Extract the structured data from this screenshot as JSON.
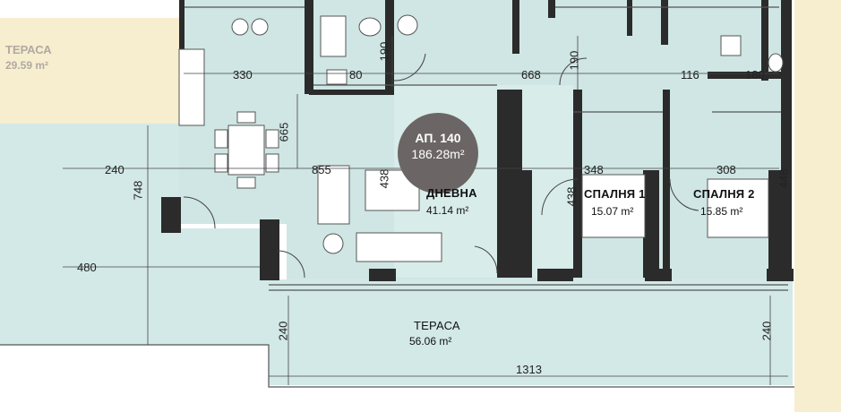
{
  "colors": {
    "floor": "#cfe6e4",
    "neighbor": "#f7edcf",
    "wall": "#2b2b2b",
    "badge": "#6b6665"
  },
  "apartment": {
    "label": "АП. 140",
    "area": "186.28m²"
  },
  "rooms": {
    "living": {
      "name": "ДНЕВНА",
      "area": "41.14 m²"
    },
    "bedroom1": {
      "name": "СПАЛНЯ 1",
      "area": "15.07 m²"
    },
    "bedroom2": {
      "name": "СПАЛНЯ 2",
      "area": "15.85 m²"
    },
    "terrace": {
      "name": "ТЕРАСА",
      "area": "56.06 m²"
    },
    "neighbor_terrace": {
      "name": "ТЕРАСА",
      "area": "29.59 m²"
    }
  },
  "dimensions": {
    "d330": "330",
    "d80a": "80",
    "d190a": "190",
    "d668": "668",
    "d190b": "190",
    "d116": "116",
    "d180": "180",
    "d665": "665",
    "d240a": "240",
    "d855": "855",
    "d438a": "438",
    "d348": "348",
    "d438b": "438",
    "d308": "308",
    "d448": "448",
    "d748": "748",
    "d480": "480",
    "d240b": "240",
    "d240c": "240",
    "d1313": "1313"
  }
}
